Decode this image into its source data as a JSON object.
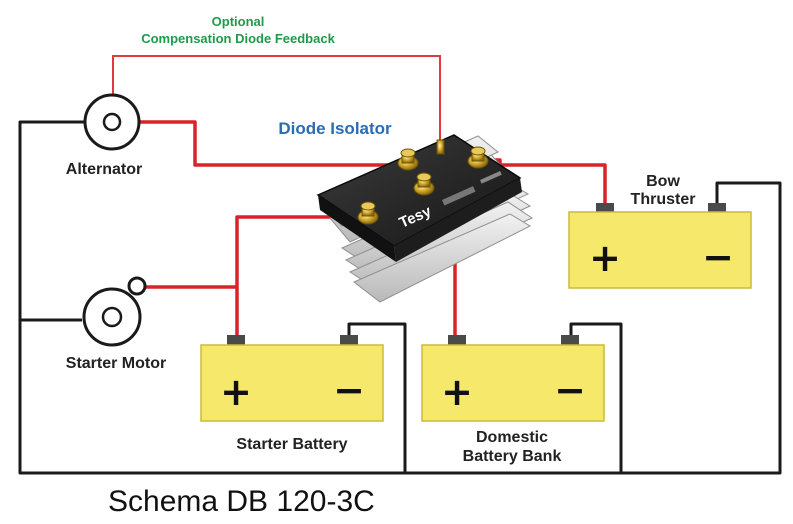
{
  "labels": {
    "optional_line1": "Optional",
    "optional_line2": "Compensation Diode Feedback",
    "isolator": "Diode Isolator",
    "alternator": "Alternator",
    "starter_motor": "Starter Motor",
    "bow_line1": "Bow",
    "bow_line2": "Thruster",
    "starter_battery": "Starter Battery",
    "domestic_line1": "Domestic",
    "domestic_line2": "Battery Bank",
    "brand": "Tesy",
    "caption": "Schema  DB 120-3C"
  },
  "signs": {
    "plus": "+",
    "minus": "−"
  },
  "colors": {
    "battery_fill": "#f5e86a",
    "battery_stroke": "#c9bb3a",
    "positive_wire": "#d8232a",
    "ground_wire": "#1a1a1a",
    "feedback_wire": "#e0393e",
    "isolator_body": "#2a2a2a",
    "heatsink": "#d8d8d8",
    "terminal": "#c9a227"
  },
  "icons": {
    "alternator": "alternator-icon",
    "starter_motor": "motor-icon",
    "isolator": "diode-isolator-icon"
  }
}
